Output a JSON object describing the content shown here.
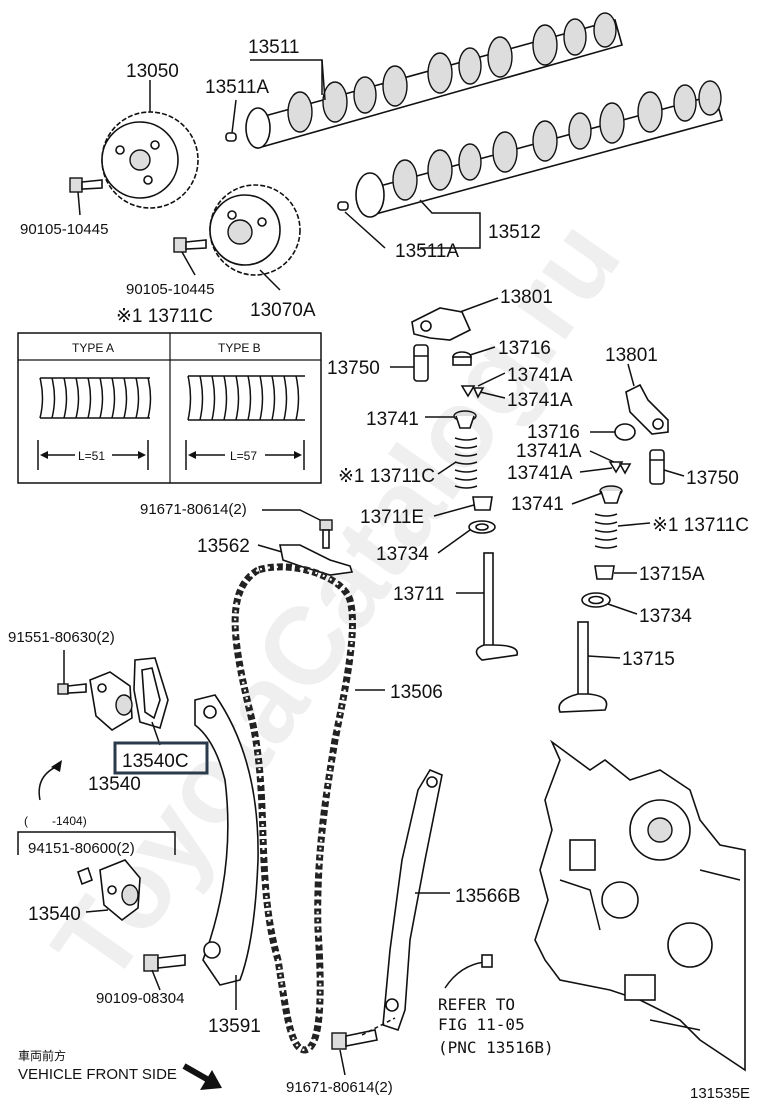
{
  "labels": {
    "p13050": "13050",
    "p13511": "13511",
    "p13511A_top": "13511A",
    "p90105_a": "90105-10445",
    "p90105_b": "90105-10445",
    "p13070A": "13070A",
    "p13511A_bot": "13511A",
    "p13512": "13512",
    "p13711C_box": "※1 13711C",
    "p13801_a": "13801",
    "p13750_a": "13750",
    "p13716_a": "13716",
    "p13741A_a1": "13741A",
    "p13741A_a2": "13741A",
    "p13741_a": "13741",
    "p13711C_a": "※1 13711C",
    "p13711E": "13711E",
    "p13734_a": "13734",
    "p13711": "13711",
    "p13801_b": "13801",
    "p13716_b": "13716",
    "p13741A_b1": "13741A",
    "p13741A_b2": "13741A",
    "p13750_b": "13750",
    "p13741_b": "13741",
    "p13711C_b": "※1 13711C",
    "p13715A": "13715A",
    "p13734_b": "13734",
    "p13715": "13715",
    "p91671_a": "91671-80614(2)",
    "p13562": "13562",
    "p13506": "13506",
    "p91551": "91551-80630(2)",
    "p13540C": "13540C",
    "p13540_a": "13540",
    "p_range": "(　　-1404)",
    "p94151": "94151-80600(2)",
    "p13540_b": "13540",
    "p90109": "90109-08304",
    "p13591": "13591",
    "p13566B": "13566B",
    "p91671_b": "91671-80614(2)",
    "refer_1": "REFER TO",
    "refer_2": "FIG 11-05",
    "refer_3": "(PNC 13516B)",
    "front_jp": "車両前方",
    "front_en": "VEHICLE FRONT SIDE",
    "fig_id": "131535E",
    "watermark": "ToyotaCatalog.ru"
  },
  "spring_table": {
    "type_a": "TYPE A",
    "type_b": "TYPE B",
    "len_a": "L=51",
    "len_b": "L=57"
  },
  "colors": {
    "line": "#111111",
    "highlight_box": "#2a3a4a",
    "background": "#ffffff"
  }
}
